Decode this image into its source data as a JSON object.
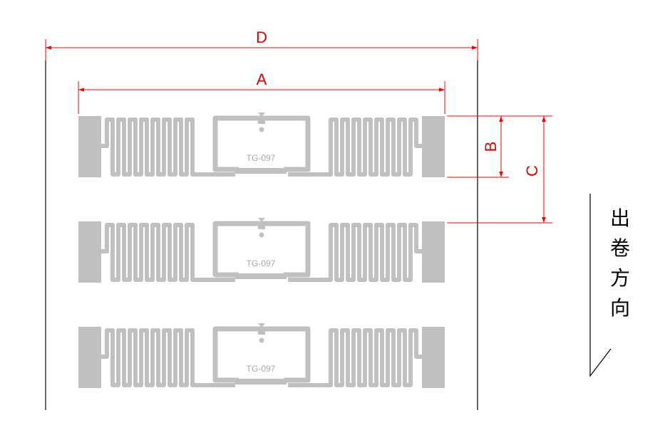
{
  "labels": {
    "D": "D",
    "A": "A",
    "B": "B",
    "C": "C"
  },
  "inlay_model": "TG-097",
  "direction_chars": [
    "出",
    "卷",
    "方",
    "向"
  ],
  "colors": {
    "dimension": "#ff0000",
    "antenna": "#c0c0c0",
    "web_edge": "#000000"
  }
}
